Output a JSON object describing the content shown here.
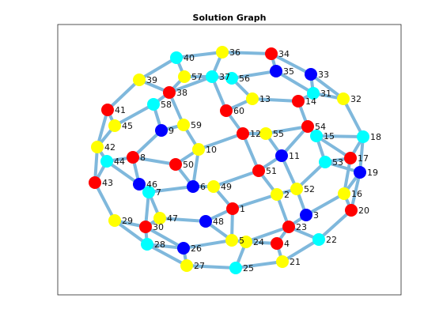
{
  "title": "Solution Graph",
  "colors": {
    "edge": "#7fb8dc",
    "red": "#ff0000",
    "yellow": "#ffff00",
    "blue": "#0000ff",
    "cyan": "#00ffff"
  },
  "nodes": [
    {
      "id": 1,
      "label": "1",
      "color": "red"
    },
    {
      "id": 2,
      "label": "2",
      "color": "yellow"
    },
    {
      "id": 3,
      "label": "3",
      "color": "blue"
    },
    {
      "id": 4,
      "label": "4",
      "color": "red"
    },
    {
      "id": 5,
      "label": "5",
      "color": "yellow"
    },
    {
      "id": 6,
      "label": "6",
      "color": "blue"
    },
    {
      "id": 7,
      "label": "7",
      "color": "cyan"
    },
    {
      "id": 8,
      "label": "8",
      "color": "red"
    },
    {
      "id": 9,
      "label": "9",
      "color": "blue"
    },
    {
      "id": 10,
      "label": "10",
      "color": "yellow"
    },
    {
      "id": 11,
      "label": "11",
      "color": "blue"
    },
    {
      "id": 12,
      "label": "12",
      "color": "red"
    },
    {
      "id": 13,
      "label": "13",
      "color": "yellow"
    },
    {
      "id": 14,
      "label": "14",
      "color": "red"
    },
    {
      "id": 15,
      "label": "15",
      "color": "cyan"
    },
    {
      "id": 16,
      "label": "16",
      "color": "yellow"
    },
    {
      "id": 17,
      "label": "17",
      "color": "red"
    },
    {
      "id": 18,
      "label": "18",
      "color": "cyan"
    },
    {
      "id": 19,
      "label": "19",
      "color": "blue"
    },
    {
      "id": 20,
      "label": "20",
      "color": "red"
    },
    {
      "id": 21,
      "label": "21",
      "color": "yellow"
    },
    {
      "id": 22,
      "label": "22",
      "color": "cyan"
    },
    {
      "id": 23,
      "label": "23",
      "color": "red"
    },
    {
      "id": 24,
      "label": "24",
      "color": "yellow"
    },
    {
      "id": 25,
      "label": "25",
      "color": "cyan"
    },
    {
      "id": 26,
      "label": "26",
      "color": "blue"
    },
    {
      "id": 27,
      "label": "27",
      "color": "yellow"
    },
    {
      "id": 28,
      "label": "28",
      "color": "cyan"
    },
    {
      "id": 29,
      "label": "29",
      "color": "yellow"
    },
    {
      "id": 30,
      "label": "30",
      "color": "red"
    },
    {
      "id": 31,
      "label": "31",
      "color": "cyan"
    },
    {
      "id": 32,
      "label": "32",
      "color": "yellow"
    },
    {
      "id": 33,
      "label": "33",
      "color": "blue"
    },
    {
      "id": 34,
      "label": "34",
      "color": "red"
    },
    {
      "id": 35,
      "label": "35",
      "color": "blue"
    },
    {
      "id": 36,
      "label": "36",
      "color": "yellow"
    },
    {
      "id": 37,
      "label": "37",
      "color": "cyan"
    },
    {
      "id": 38,
      "label": "38",
      "color": "red"
    },
    {
      "id": 39,
      "label": "39",
      "color": "yellow"
    },
    {
      "id": 40,
      "label": "40",
      "color": "cyan"
    },
    {
      "id": 41,
      "label": "41",
      "color": "red"
    },
    {
      "id": 42,
      "label": "42",
      "color": "yellow"
    },
    {
      "id": 43,
      "label": "43",
      "color": "red"
    },
    {
      "id": 44,
      "label": "44",
      "color": "cyan"
    },
    {
      "id": 45,
      "label": "45",
      "color": "yellow"
    },
    {
      "id": 46,
      "label": "46",
      "color": "blue"
    },
    {
      "id": 47,
      "label": "47",
      "color": "yellow"
    },
    {
      "id": 48,
      "label": "48",
      "color": "blue"
    },
    {
      "id": 49,
      "label": "49",
      "color": "yellow"
    },
    {
      "id": 50,
      "label": "50",
      "color": "red"
    },
    {
      "id": 51,
      "label": "51",
      "color": "red"
    },
    {
      "id": 52,
      "label": "52",
      "color": "yellow"
    },
    {
      "id": 53,
      "label": "53",
      "color": "cyan"
    },
    {
      "id": 54,
      "label": "54",
      "color": "red"
    },
    {
      "id": 55,
      "label": "55",
      "color": "yellow"
    },
    {
      "id": 56,
      "label": "56",
      "color": "cyan"
    },
    {
      "id": 57,
      "label": "57",
      "color": "yellow"
    },
    {
      "id": 58,
      "label": "58",
      "color": "cyan"
    },
    {
      "id": 59,
      "label": "59",
      "color": "yellow"
    },
    {
      "id": 60,
      "label": "60",
      "color": "red"
    }
  ],
  "edges": [
    [
      36,
      34
    ],
    [
      34,
      33
    ],
    [
      33,
      32
    ],
    [
      32,
      18
    ],
    [
      18,
      19
    ],
    [
      19,
      20
    ],
    [
      20,
      22
    ],
    [
      22,
      21
    ],
    [
      21,
      25
    ],
    [
      25,
      27
    ],
    [
      27,
      28
    ],
    [
      28,
      29
    ],
    [
      29,
      43
    ],
    [
      43,
      42
    ],
    [
      42,
      41
    ],
    [
      41,
      39
    ],
    [
      39,
      40
    ],
    [
      40,
      36
    ],
    [
      40,
      57
    ],
    [
      36,
      37
    ],
    [
      34,
      35
    ],
    [
      33,
      31
    ],
    [
      32,
      31
    ],
    [
      18,
      17
    ],
    [
      19,
      16
    ],
    [
      20,
      16
    ],
    [
      22,
      23
    ],
    [
      21,
      4
    ],
    [
      25,
      24
    ],
    [
      27,
      26
    ],
    [
      28,
      30
    ],
    [
      29,
      30
    ],
    [
      43,
      44
    ],
    [
      42,
      44
    ],
    [
      41,
      45
    ],
    [
      39,
      38
    ],
    [
      57,
      37
    ],
    [
      37,
      56
    ],
    [
      56,
      35
    ],
    [
      35,
      31
    ],
    [
      31,
      14
    ],
    [
      14,
      13
    ],
    [
      13,
      56
    ],
    [
      57,
      38
    ],
    [
      38,
      37
    ],
    [
      38,
      58
    ],
    [
      58,
      45
    ],
    [
      45,
      42
    ],
    [
      44,
      8
    ],
    [
      44,
      46
    ],
    [
      46,
      7
    ],
    [
      7,
      30
    ],
    [
      30,
      26
    ],
    [
      26,
      5
    ],
    [
      5,
      24
    ],
    [
      24,
      4
    ],
    [
      4,
      23
    ],
    [
      23,
      3
    ],
    [
      3,
      16
    ],
    [
      16,
      17
    ],
    [
      17,
      15
    ],
    [
      15,
      18
    ],
    [
      15,
      53
    ],
    [
      53,
      17
    ],
    [
      53,
      19
    ],
    [
      14,
      54
    ],
    [
      54,
      15
    ],
    [
      54,
      55
    ],
    [
      55,
      12
    ],
    [
      12,
      60
    ],
    [
      60,
      13
    ],
    [
      60,
      37
    ],
    [
      12,
      10
    ],
    [
      10,
      59
    ],
    [
      59,
      38
    ],
    [
      59,
      9
    ],
    [
      9,
      58
    ],
    [
      9,
      8
    ],
    [
      8,
      46
    ],
    [
      46,
      7
    ],
    [
      10,
      50
    ],
    [
      50,
      8
    ],
    [
      50,
      6
    ],
    [
      6,
      7
    ],
    [
      6,
      49
    ],
    [
      49,
      51
    ],
    [
      51,
      11
    ],
    [
      11,
      55
    ],
    [
      11,
      52
    ],
    [
      52,
      2
    ],
    [
      2,
      51
    ],
    [
      2,
      1
    ],
    [
      1,
      49
    ],
    [
      1,
      48
    ],
    [
      48,
      47
    ],
    [
      47,
      7
    ],
    [
      47,
      30
    ],
    [
      48,
      5
    ],
    [
      1,
      5
    ],
    [
      2,
      23
    ],
    [
      52,
      3
    ],
    [
      52,
      53
    ],
    [
      54,
      11
    ],
    [
      12,
      51
    ],
    [
      6,
      10
    ],
    [
      26,
      28
    ],
    [
      23,
      24
    ]
  ]
}
